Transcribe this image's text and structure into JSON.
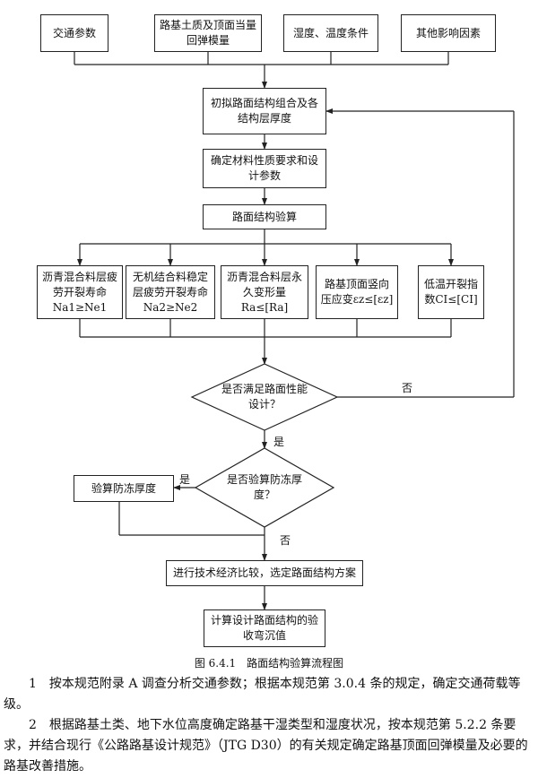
{
  "flowchart": {
    "inputs": [
      "交通参数",
      "路基土质及顶面当量回弹模量",
      "湿度、温度条件",
      "其他影响因素"
    ],
    "initial_design": "初拟路面结构组合及各结构层厚度",
    "material": "确定材料性质要求和设计参数",
    "verify": "路面结构验算",
    "checks": [
      "沥青混合料层疲劳开裂寿命Na1≥Ne1",
      "无机结合料稳定层疲劳开裂寿命Na2≥Ne2",
      "沥青混合料层永久变形量Ra≤[Ra]",
      "路基顶面竖向压应变εz≤[εz]",
      "低温开裂指数CI≤[CI]"
    ],
    "decision1": "是否满足路面性能设计？",
    "yes_label": "是",
    "no_label": "否",
    "decision2": "是否验算防冻厚度？",
    "frost": "验算防冻厚度",
    "compare": "进行技术经济比较，选定路面结构方案",
    "final": "计算设计路面结构的验收弯沉值",
    "caption": "图 6.4.1　路面结构验算流程图"
  },
  "paragraphs": [
    "1　按本规范附录 A 调查分析交通参数；根据本规范第 3.0.4 条的规定，确定交通荷载等级。",
    "2　根据路基土类、地下水位高度确定路基干湿类型和湿度状况，按本规范第 5.2.2 条要求，并结合现行《公路路基设计规范》（JTG D30）的有关规定确定路基顶面回弹模量及必要的路基改善措施。"
  ]
}
